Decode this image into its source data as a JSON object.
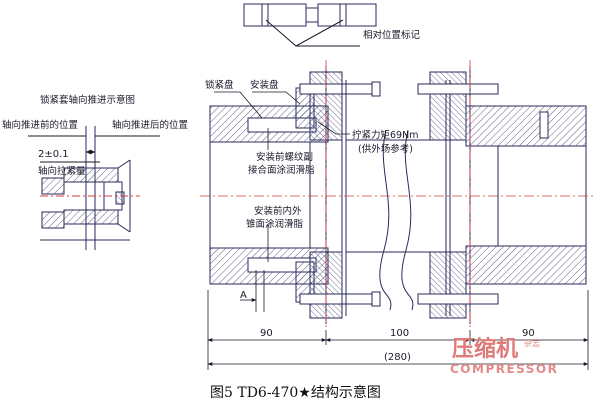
{
  "labels": {
    "relative_mark": "相对位置标记",
    "inset_title": "锁紧套轴向推进示意图",
    "before_push": "轴向推进前的位置",
    "after_push": "轴向推进后的位置",
    "tolerance": "2±0.1",
    "axial_pull": "轴向拉紧量",
    "lock_disc": "锁紧盘",
    "mount_disc": "安装盘",
    "torque_line1": "拧紧力矩69Nm",
    "torque_line2": "(供外场参考)",
    "grease1_line1": "安装前螺纹副",
    "grease1_line2": "接合面涂润滑脂",
    "grease2_line1": "安装前内外",
    "grease2_line2": "锥面涂润滑脂",
    "section_A": "A"
  },
  "dimensions": {
    "d1": "90",
    "d2": "100",
    "d3": "90",
    "total": "(280)"
  },
  "caption": "图5  TD6-470★结构示意图",
  "watermark": {
    "cn": "压缩机",
    "small": "杂志",
    "en": "COMPRESSOR"
  },
  "colors": {
    "line": "#2a2a5a",
    "hatch": "#3a3a6a",
    "center": "#d04040",
    "watermark": "#e07a78"
  }
}
